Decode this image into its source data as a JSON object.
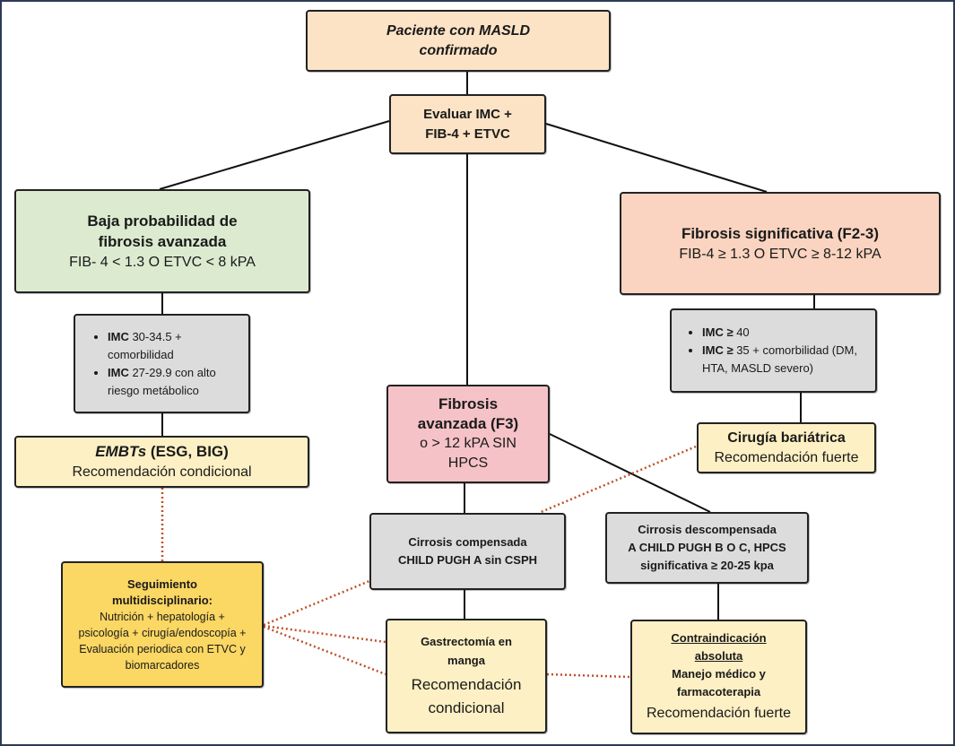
{
  "diagram": {
    "nodes": {
      "start": {
        "lines": [
          "Paciente con MASLD",
          "confirmado"
        ]
      },
      "evaluate": {
        "lines": [
          "Evaluar IMC +",
          "FIB-4 + ETVC"
        ]
      },
      "low_prob": {
        "title_lines": [
          "Baja probabilidad de",
          "fibrosis avanzada"
        ],
        "criteria": "FIB- 4 < 1.3 O ETVC < 8 kPA"
      },
      "significant": {
        "title": "Fibrosis significativa (F2-3)",
        "criteria": "FIB-4 ≥ 1.3 O ETVC ≥ 8-12 kPA"
      },
      "low_bmi": {
        "items": [
          {
            "bold": "IMC",
            "text": " 30-34.5 + comorbilidad"
          },
          {
            "bold": "IMC",
            "text": " 27-29.9 con alto riesgo metábolico"
          }
        ]
      },
      "high_bmi": {
        "items": [
          {
            "bold": "IMC ≥",
            "text": "  40"
          },
          {
            "bold": "IMC ≥",
            "text": "  35 + comorbilidad (DM, HTA, MASLD severo)"
          }
        ]
      },
      "advanced": {
        "title_lines": [
          "Fibrosis",
          "avanzada (F3)"
        ],
        "criteria_lines": [
          "o  > 12 kPA SIN",
          "HPCS"
        ]
      },
      "embt": {
        "title_italic": "EMBTs",
        "title_rest": " (ESG, BIG)",
        "recommendation": "Recomendación condicional"
      },
      "bariatric": {
        "title": "Cirugía bariátrica",
        "recommendation": "Recomendación fuerte"
      },
      "compensated": {
        "lines": [
          "Cirrosis compensada",
          "CHILD PUGH A sin CSPH"
        ]
      },
      "decompensated": {
        "lines": [
          "Cirrosis descompensada",
          "A CHILD PUGH B O C, HPCS",
          "significativa ≥ 20-25 kpa"
        ]
      },
      "followup": {
        "title_lines": [
          "Seguimiento",
          "multidisciplinario:"
        ],
        "body_lines": [
          "Nutrición + hepatología +",
          "psicología + cirugía/endoscopía +",
          "Evaluación periodica con ETVC y",
          "biomarcadores"
        ]
      },
      "sleeve": {
        "title_lines": [
          "Gastrectomía en",
          "manga"
        ],
        "recommendation_lines": [
          "Recomendación",
          "condicional"
        ]
      },
      "contraindication": {
        "title_lines": [
          "Contraindicación",
          "absoluta"
        ],
        "body_lines": [
          "Manejo médico y",
          "farmacoterapia"
        ],
        "recommendation": "Recomendación fuerte"
      }
    },
    "colors": {
      "solid_connector": "#111111",
      "dotted_connector": "#c0502a",
      "frame": "#2e3a55"
    }
  }
}
